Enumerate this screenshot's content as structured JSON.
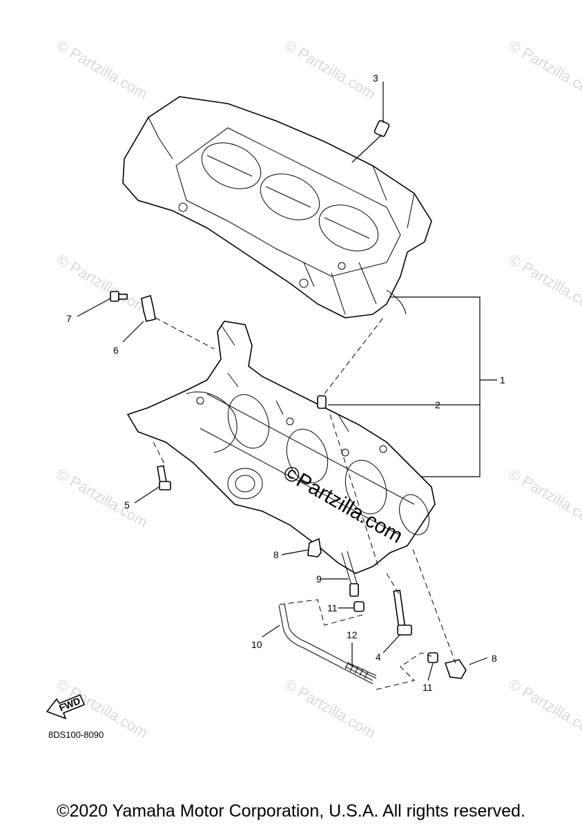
{
  "watermark": "© Partzilla.com",
  "watermark_center": "©Partzilla.com",
  "callouts": {
    "c1": "1",
    "c2": "2",
    "c3": "3",
    "c4": "4",
    "c5": "5",
    "c6": "6",
    "c7": "7",
    "c8a": "8",
    "c8b": "8",
    "c9": "9",
    "c10": "10",
    "c11a": "11",
    "c11b": "11",
    "c12": "12"
  },
  "fwd_label": "FWD",
  "part_code": "8DS100-8090",
  "copyright": "©2020 Yamaha Motor Corporation, U.S.A. All rights reserved."
}
